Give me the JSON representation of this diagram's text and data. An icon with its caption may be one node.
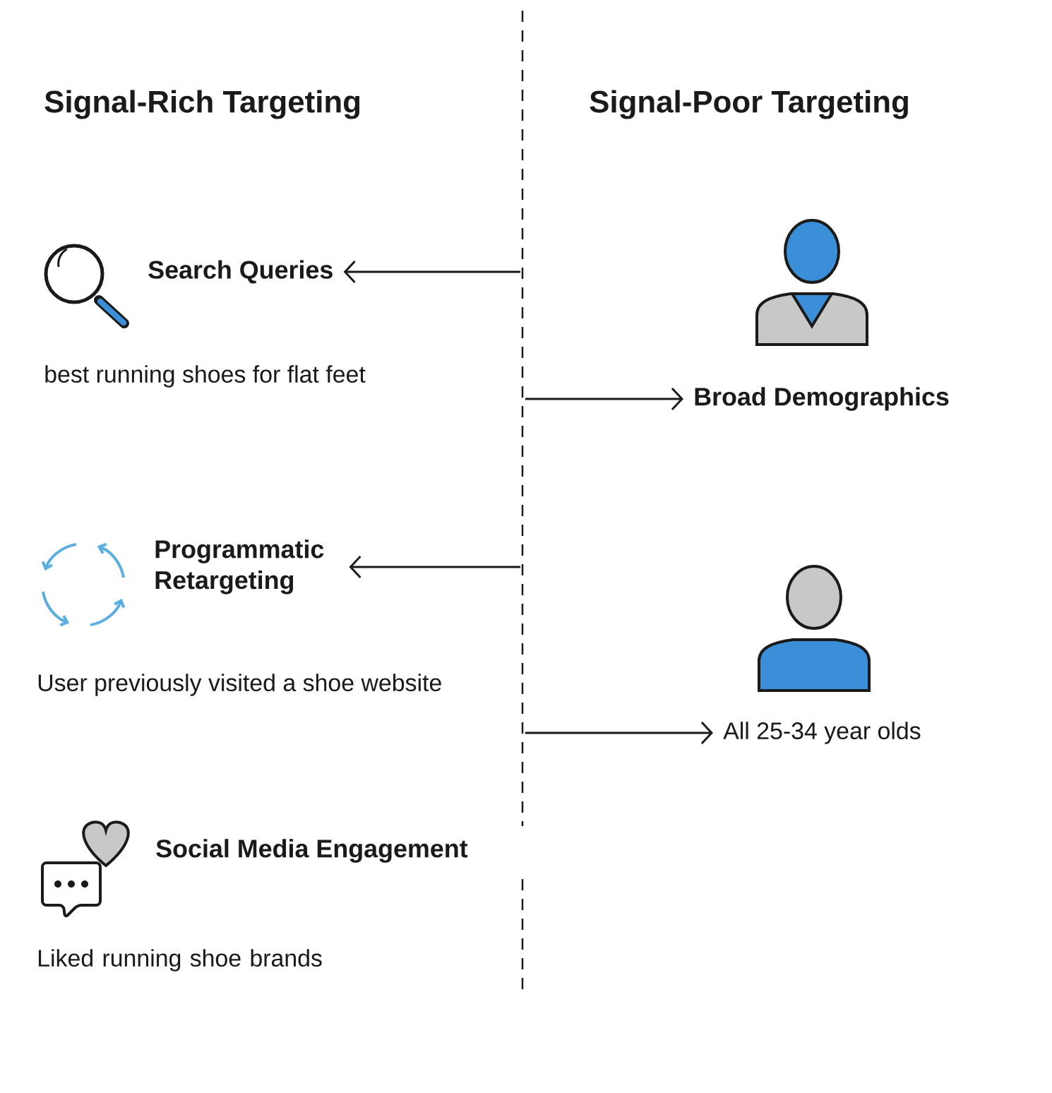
{
  "diagram": {
    "nodes": [
      {
        "text": [
          "Search Queries"
        ]
      },
      {
        "text": [
          "Broad Demographics"
        ]
      },
      {
        "text": [
          "Programmatic Retargeting"
        ]
      },
      {
        "text": [
          "All 25-34 year olds"
        ]
      }
    ],
    "edges": [
      {
        "from": null,
        "to": 0,
        "arrow": "to"
      },
      {
        "from": null,
        "to": 1,
        "arrow": "to"
      },
      {
        "from": null,
        "to": 2,
        "arrow": "to"
      },
      {
        "from": null,
        "to": 3,
        "arrow": "to"
      }
    ],
    "labels": [
      "Signal-Rich Targeting",
      "Signal-Poor Targeting",
      "best running shoes for flat feet",
      "User previously visited a shoe website",
      "Social Media Engagement",
      "Liked running shoe brands"
    ]
  }
}
